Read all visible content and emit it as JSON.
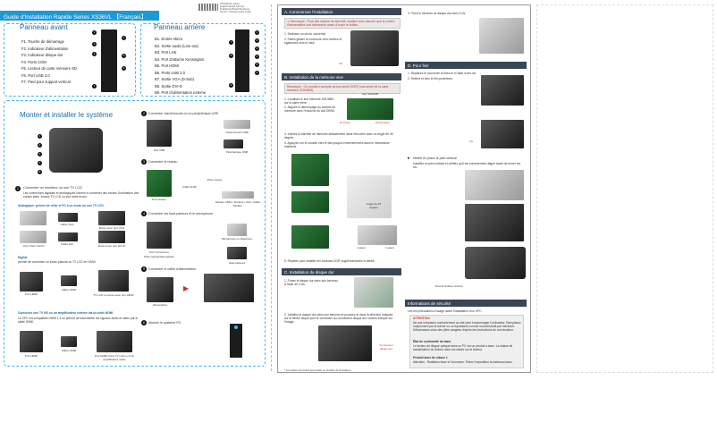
{
  "header": {
    "title": "Guide d'Installation Rapide Series XS36VL",
    "lang_badge": "【Français】",
    "code_lines": [
      "18XS36VLF-QG01",
      "English Simple German",
      "Traditional Printed Brochures",
      "French / Chinese Quick Guide"
    ]
  },
  "front_panel": {
    "heading": "Panneau avant",
    "items": [
      "F1. Touche de démarrage",
      "F2. Indicateur d'alimentation",
      "F3. Indicateur disque dur",
      "F4. Ports COM",
      "F5. Lecteur de carte mémoire SD",
      "F6. Port USB 2.0",
      "F7. Pied pour support vertical"
    ]
  },
  "rear_panel": {
    "heading": "Panneau arrière",
    "items": [
      "B1. Entrée Micro",
      "B2. Sortie audio (Line-out)",
      "B3. Port LAN",
      "B4. Port d'attache Kensington",
      "B5. Port HDMI",
      "B6. Ports USB 2.0",
      "B7. Sortie VGA (D-Sub)",
      "B8. Sortie DVI-D",
      "B9. Port d'alimentation externe"
    ]
  },
  "mount": {
    "heading": "Monter et installer le système",
    "step1": "Connecter un moniteur ou une TV LCD",
    "step1_desc": "Les connexions digitales et analogiques suivent à connecter des écrans d'ordinateur des écrans plats, écrans TV LCD ou tout autre écran.",
    "analog_title": "Analogique: permet de relier le PC à un écran ou une TV LCD.",
    "analog_caps": [
      "Câble VGA",
      "Écran avec port VGA",
      "Port VGA / DVI-D",
      "Câble DVI",
      "Écran avec port DVI-D"
    ],
    "digital_title": "Digital:",
    "digital_desc": "permet de connecter un écran plasma ou TV LCD en HDMI",
    "digital_caps": [
      "Port HDMI",
      "Câble HDMI",
      "TV LCD ou écran avec port HDMI"
    ],
    "hd_title": "Connecter une TV HD ou un amplificateur externe via la sortie HDMI",
    "hd_desc": "Le XPC est compatible HDMI 1.3 ce permet de transmettre les signaux audio et vidéo par le câble HDMI.",
    "hd_caps": [
      "Port HDMI",
      "Câble HDMI",
      "Port HDMI d'une TV LCD ou d'un amplificateur audio"
    ],
    "step2": "Connecter clavier/souris ou un périphérique USB",
    "step2_caps": [
      "Clavier/souris USB",
      "Port USB",
      "Périphérique USB"
    ],
    "step3": "Connecter le réseau",
    "step3_caps": [
      "Prise réseau",
      "Câble RJ45",
      "Modem ADSL / Routeur / Hub / Câble Modem",
      "Port réseau"
    ],
    "step4": "Connecter les haut-parleurs et le microphone",
    "step4_caps": [
      "Port microphone",
      "Microphone ou téléphone",
      "Prise casque/haut-parleur",
      "Haut-parleurs"
    ],
    "step5": "Connecter le câble d'alimentation",
    "step5_caps": [
      "Alimentation"
    ],
    "step6": "Allumer le système PC"
  },
  "section_a": {
    "header": "A. Commencer l'installation",
    "note": "Remarque : Pour des raisons de sécurité, veuillez vous assurer que le cordon d'alimentation soit débranché avant d'ouvrir le boîtier.",
    "steps": [
      "1. Dévissez un vis du couvercle.",
      "2. Faites glisser le couvercle vers l'arrière et également vers le haut."
    ]
  },
  "section_b": {
    "header": "B. Installation de la mémoire vive",
    "note": "Remarque : Ce produit n'accepte qu'une seule DDR2 (une seule de la carte mémoire SODIMM).",
    "steps": [
      "1. Localisez le slot mémoire SODIMM sur la carte mère.",
      "2. Alignez le détrompage du module de mémoire avec l'encoche du slot DIMM.",
      "3. Insérez la barrette de mémoire délicatement dans l'encoche avec un angle de 45 degrés.",
      "4. Appuyez sur le module vers le bas jusqu'à enclenchement dans le mécanisme d'attache.",
      "5. Répétez pour installer les modules DDR supplémentaires si désiré."
    ],
    "caps": [
      "Slot SODIMM",
      "Encoche",
      "Détrompeur",
      "Angle de 45 degrés",
      "Loquet"
    ]
  },
  "section_c": {
    "header": "C. Installation du disque dur",
    "steps": [
      "1. Posez le disque dur dans son berceau à l'aide de 4 vis.",
      "2. Installez le disque dur dans son berceau et poussez-le dans la direction indiquée sur la flèche risque pour le connecter au connecteur disque dur comme indiqué sur l'image."
    ],
    "caps": [
      "Connecteur disque dur"
    ]
  },
  "section_d": {
    "header": "D. Pour finir",
    "steps": [
      "1. Replacez le couvercle et fixez-le à l'aide d'une vis.",
      "2. Retirez et ôtez le film protecteur."
    ],
    "stand_title": "Mettre en place le pied vertical",
    "stand_desc": "Installez ce pied vertical et vérifiez qu'il est correctement aligné avant de serrer les vis.",
    "caps": [
      "Vis",
      "Pied de fixation vertical"
    ]
  },
  "top_right": {
    "step": "3. Fixez le berceau du disque dur avec 3 vis."
  },
  "info": {
    "header": "Informations de sécurité",
    "intro": "Lire les précautions d'usage avant l'installation d'un XPC.",
    "attention_title": "ATTENTION",
    "attention": "Ne pas remplacer contrairement au site peut endommager l'ordinateur. Remplacez uniquement par la même ou un équivalent comme recommandé par fabricant. Débarrassez-vous des piles usagées d'après les instructions du constructeur.",
    "laser_title": "État de conformité du laser",
    "laser": "Le lecteur de disque optique dans ce PC est un produit à laser. La classe de classification du lecteur laser est située sur le lecteur.",
    "class1_title": "Produit laser de classe 1",
    "class1": "Attention : Radiation laser si l'ouvrance. Évitez l'exposition au faisceau laser."
  },
  "footer": {
    "note": "* La couleur du produit peut varier en fonction de la livraison."
  }
}
